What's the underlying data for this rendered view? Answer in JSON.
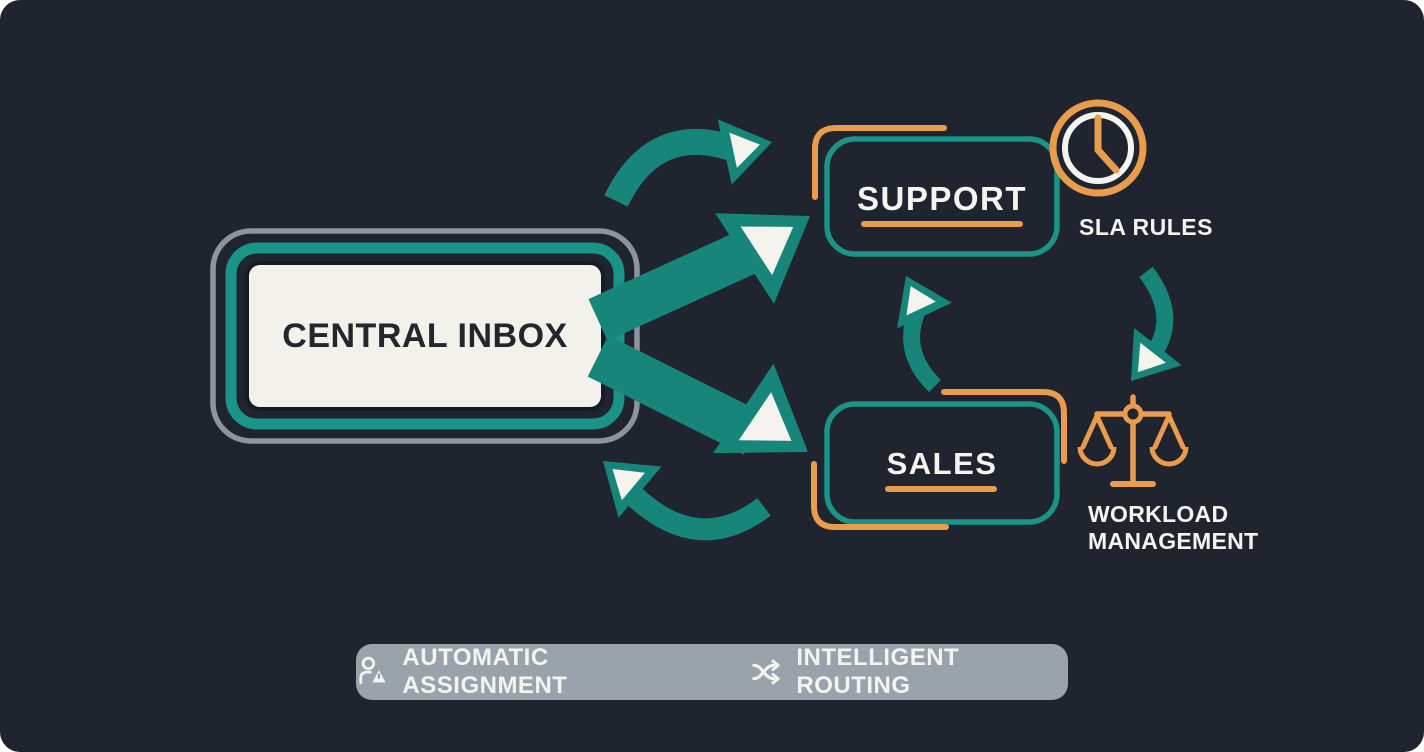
{
  "colors": {
    "background": "#1F242E",
    "teal": "#17857A",
    "teal_bright": "#1B9488",
    "orange": "#E99C4B",
    "off_white": "#F2F1EC",
    "gray_border": "#8E949D",
    "footer_bg": "#9AA2AC",
    "text_dark": "#23262A",
    "text_light": "#F4F4F1",
    "arrow_inner": "#F4F3EE"
  },
  "nodes": {
    "central_inbox": {
      "label": "CENTRAL INBOX"
    },
    "support": {
      "label": "SUPPORT"
    },
    "sales": {
      "label": "SALES"
    }
  },
  "callouts": {
    "sla": {
      "label": "SLA RULES",
      "icon": "clock-icon"
    },
    "workload": {
      "line1": "WORKLOAD",
      "line2": "MANAGEMENT",
      "icon": "scales-icon"
    }
  },
  "footer": {
    "auto_assignment": {
      "label": "AUTOMATIC ASSIGNMENT",
      "icon": "user-assign-icon"
    },
    "routing": {
      "label": "INTELLIGENT ROUTING",
      "icon": "shuffle-icon"
    }
  }
}
